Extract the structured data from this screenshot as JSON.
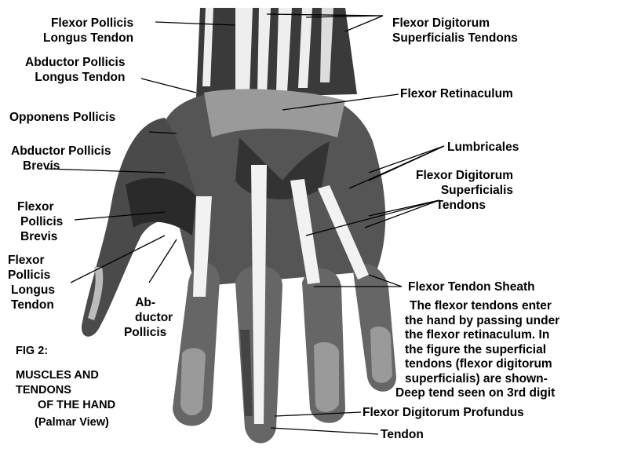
{
  "labels": {
    "fpl_tendon": [
      "Flexor Pollicis",
      "Longus Tendon"
    ],
    "apl_tendon": [
      "Abductor Pollicis",
      "Longus Tendon"
    ],
    "opponens": [
      "Opponens Pollicis"
    ],
    "apb": [
      "Abductor Pollicis",
      "Brevis"
    ],
    "fpb": [
      "Flexor",
      "Pollicis",
      "Brevis"
    ],
    "fpl": [
      "Flexor",
      "Pollicis",
      "Longus",
      "Tendon"
    ],
    "abductor": [
      "Ab-",
      "ductor",
      "Pollicis"
    ],
    "fds_top": [
      "Flexor Digitorum",
      "Superficialis Tendons"
    ],
    "retinaculum": [
      "Flexor Retinaculum"
    ],
    "lumbricales": [
      "Lumbricales"
    ],
    "fds_mid": [
      "Flexor Digitorum",
      "Superficialis",
      "Tendons"
    ],
    "sheath": [
      "Flexor Tendon Sheath"
    ],
    "fdp": [
      "Flexor Digitorum Profundus"
    ],
    "tendon": [
      "Tendon"
    ]
  },
  "note": [
    "The flexor tendons enter",
    "the hand by passing under",
    "the flexor retinaculum. In",
    "the figure the superficial",
    "tendons (flexor digitorum",
    "superficialis) are shown-",
    "Deep tend seen on 3rd digit"
  ],
  "figure_caption": [
    "FIG 2:",
    "MUSCLES AND",
    "TENDONS",
    "OF THE HAND",
    "(Palmar View)"
  ],
  "colors": {
    "ink": "#000000",
    "muscle": "#5a5a5a",
    "dark": "#222222",
    "tendon": "#f2f2f2",
    "palm": "#8a8a8a"
  }
}
